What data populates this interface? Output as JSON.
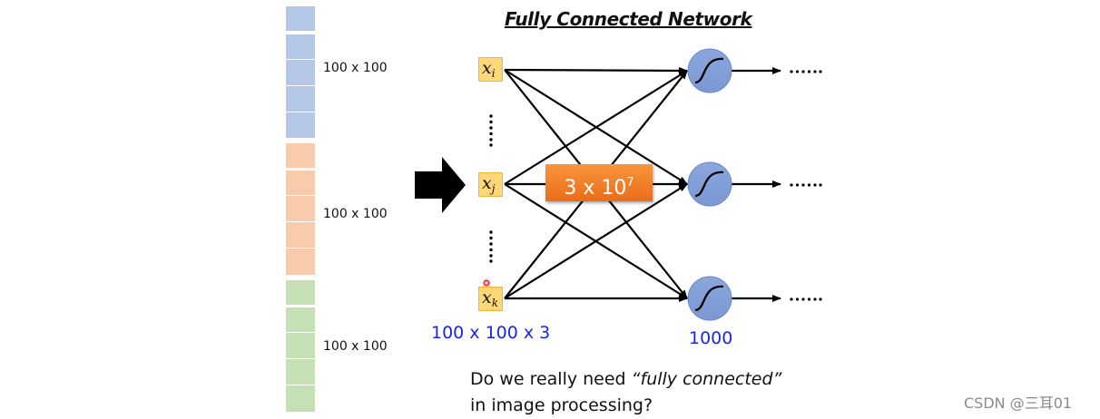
{
  "title": "Fully Connected Network",
  "input_column": {
    "groups": [
      {
        "name": "blue",
        "color": "#b4c7e7",
        "label": "100 x 100",
        "segments": 5
      },
      {
        "name": "orange",
        "color": "#f8cbad",
        "label": "100 x 100",
        "segments": 5
      },
      {
        "name": "green",
        "color": "#c5e0b4",
        "label": "100 x 100",
        "segments": 5
      }
    ]
  },
  "inputs": [
    {
      "var": "x",
      "sub": "i"
    },
    {
      "var": "x",
      "sub": "j"
    },
    {
      "var": "x",
      "sub": "k"
    }
  ],
  "input_dim_label": "100 x 100 x 3",
  "weights_label": {
    "base": "3 x 10",
    "exp": "7"
  },
  "neurons": [
    {
      "activation": "sigmoid",
      "output": "……"
    },
    {
      "activation": "sigmoid",
      "output": "……"
    },
    {
      "activation": "sigmoid",
      "output": "……"
    }
  ],
  "neuron_count_label": "1000",
  "question": {
    "part1": "Do we really need ",
    "quoted": "“fully connected”",
    "part2": "in image processing?"
  },
  "watermark": "CSDN @三耳01",
  "colors": {
    "input_box": "#fdd778",
    "neuron_fill": "#8faadc",
    "orange_box": "#f07f26",
    "blue_text": "#1a26e6"
  }
}
